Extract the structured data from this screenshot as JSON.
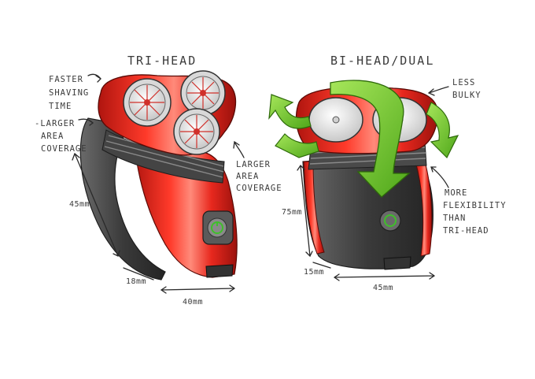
{
  "colors": {
    "body_red": "#e8281e",
    "body_red_dark": "#a81410",
    "body_grey": "#5a5a5a",
    "body_grey_dark": "#2e2e2e",
    "arrow_green": "#7ccf2a",
    "button_ring": "#3fbf2a"
  },
  "tri_head": {
    "title": "TRI-HEAD",
    "notes": {
      "faster": [
        "FASTER",
        "SHAVING",
        "TIME"
      ],
      "larger_left": [
        "-LARGER",
        "AREA",
        "COVERAGE"
      ],
      "larger_right": [
        "LARGER",
        "AREA",
        "COVERAGE"
      ]
    },
    "dims": {
      "height": "45mm",
      "depth": "18mm",
      "width": "40mm"
    }
  },
  "bi_head": {
    "title": "BI-HEAD/DUAL",
    "notes": {
      "less_bulky": [
        "LESS",
        "BULKY"
      ],
      "more_flex": [
        "MORE",
        "FLEXIBILITY",
        "THAN",
        "TRI-HEAD"
      ]
    },
    "dims": {
      "height": "75mm",
      "depth": "15mm",
      "width": "45mm"
    }
  }
}
